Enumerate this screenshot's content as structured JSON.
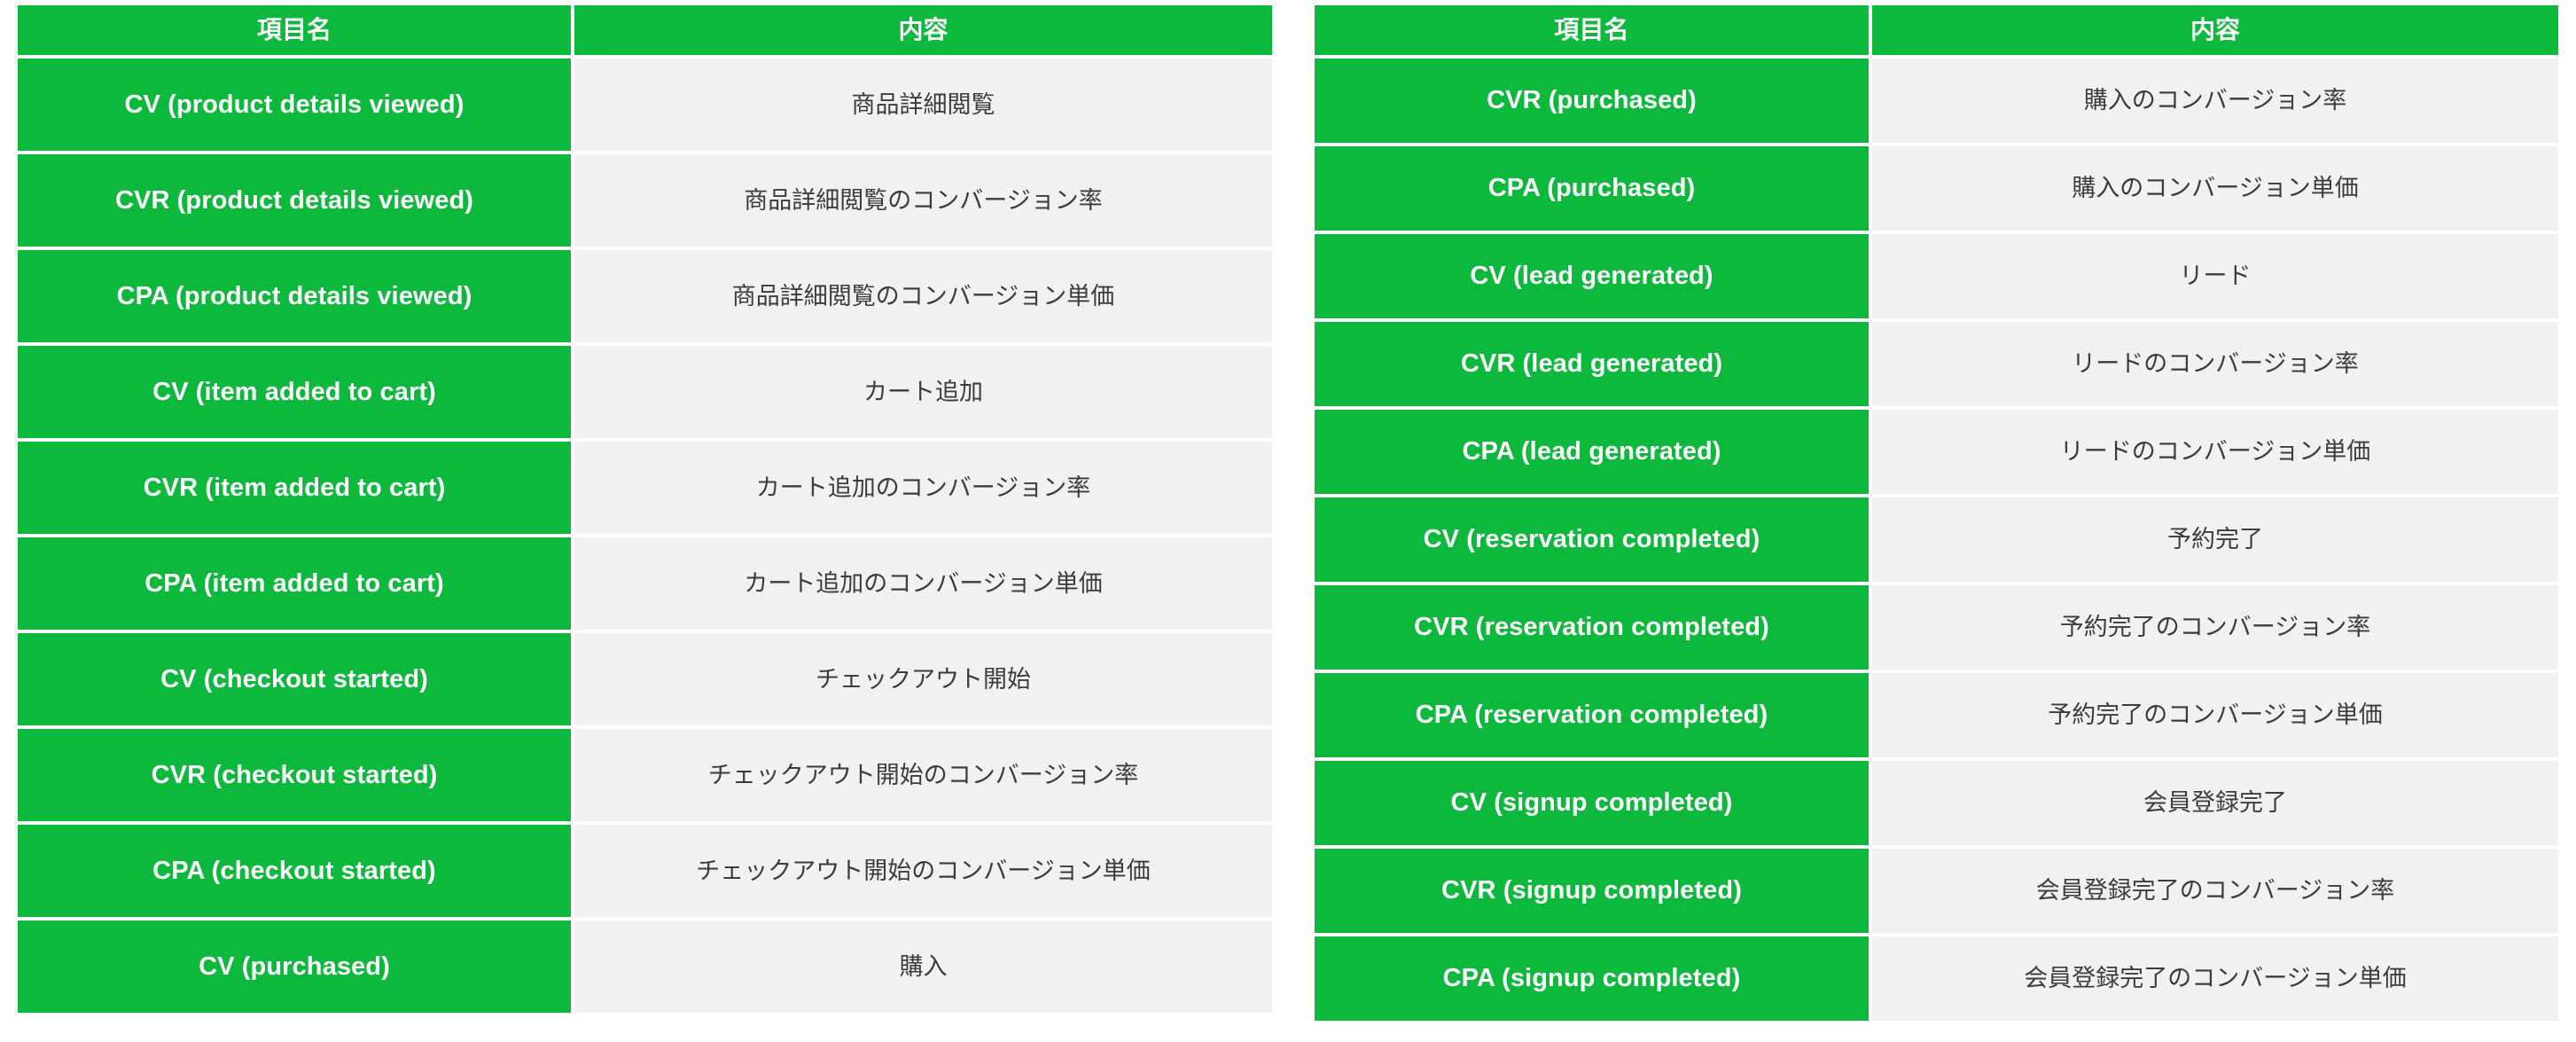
{
  "theme": {
    "header_bg": "#0DB93C",
    "name_cell_bg": "#0DB93C",
    "name_cell_text": "#FFFFFF",
    "desc_cell_bg": "#F1F1F1",
    "desc_cell_text": "#3C3C3C",
    "page_bg": "#FFFFFF"
  },
  "tables": [
    {
      "id": "left-table",
      "columns": [
        "項目名",
        "内容"
      ],
      "rows": [
        {
          "name": "CV (product details viewed)",
          "desc": "商品詳細閲覧"
        },
        {
          "name": "CVR (product details viewed)",
          "desc": "商品詳細閲覧のコンバージョン率"
        },
        {
          "name": "CPA (product details viewed)",
          "desc": "商品詳細閲覧のコンバージョン単価"
        },
        {
          "name": "CV (item added to cart)",
          "desc": "カート追加"
        },
        {
          "name": "CVR (item added to cart)",
          "desc": "カート追加のコンバージョン率"
        },
        {
          "name": "CPA (item added to cart)",
          "desc": "カート追加のコンバージョン単価"
        },
        {
          "name": "CV (checkout started)",
          "desc": "チェックアウト開始"
        },
        {
          "name": "CVR (checkout started)",
          "desc": "チェックアウト開始のコンバージョン率"
        },
        {
          "name": "CPA (checkout started)",
          "desc": "チェックアウト開始のコンバージョン単価"
        },
        {
          "name": "CV (purchased)",
          "desc": "購入"
        }
      ]
    },
    {
      "id": "right-table",
      "columns": [
        "項目名",
        "内容"
      ],
      "rows": [
        {
          "name": "CVR (purchased)",
          "desc": "購入のコンバージョン率"
        },
        {
          "name": "CPA (purchased)",
          "desc": "購入のコンバージョン単価"
        },
        {
          "name": "CV (lead generated)",
          "desc": "リード"
        },
        {
          "name": "CVR (lead generated)",
          "desc": "リードのコンバージョン率"
        },
        {
          "name": "CPA (lead generated)",
          "desc": "リードのコンバージョン単価"
        },
        {
          "name": "CV (reservation completed)",
          "desc": "予約完了"
        },
        {
          "name": "CVR (reservation completed)",
          "desc": "予約完了のコンバージョン率"
        },
        {
          "name": "CPA (reservation completed)",
          "desc": "予約完了のコンバージョン単価"
        },
        {
          "name": "CV (signup completed)",
          "desc": "会員登録完了"
        },
        {
          "name": "CVR (signup completed)",
          "desc": "会員登録完了のコンバージョン率"
        },
        {
          "name": "CPA (signup completed)",
          "desc": "会員登録完了のコンバージョン単価"
        }
      ]
    }
  ]
}
